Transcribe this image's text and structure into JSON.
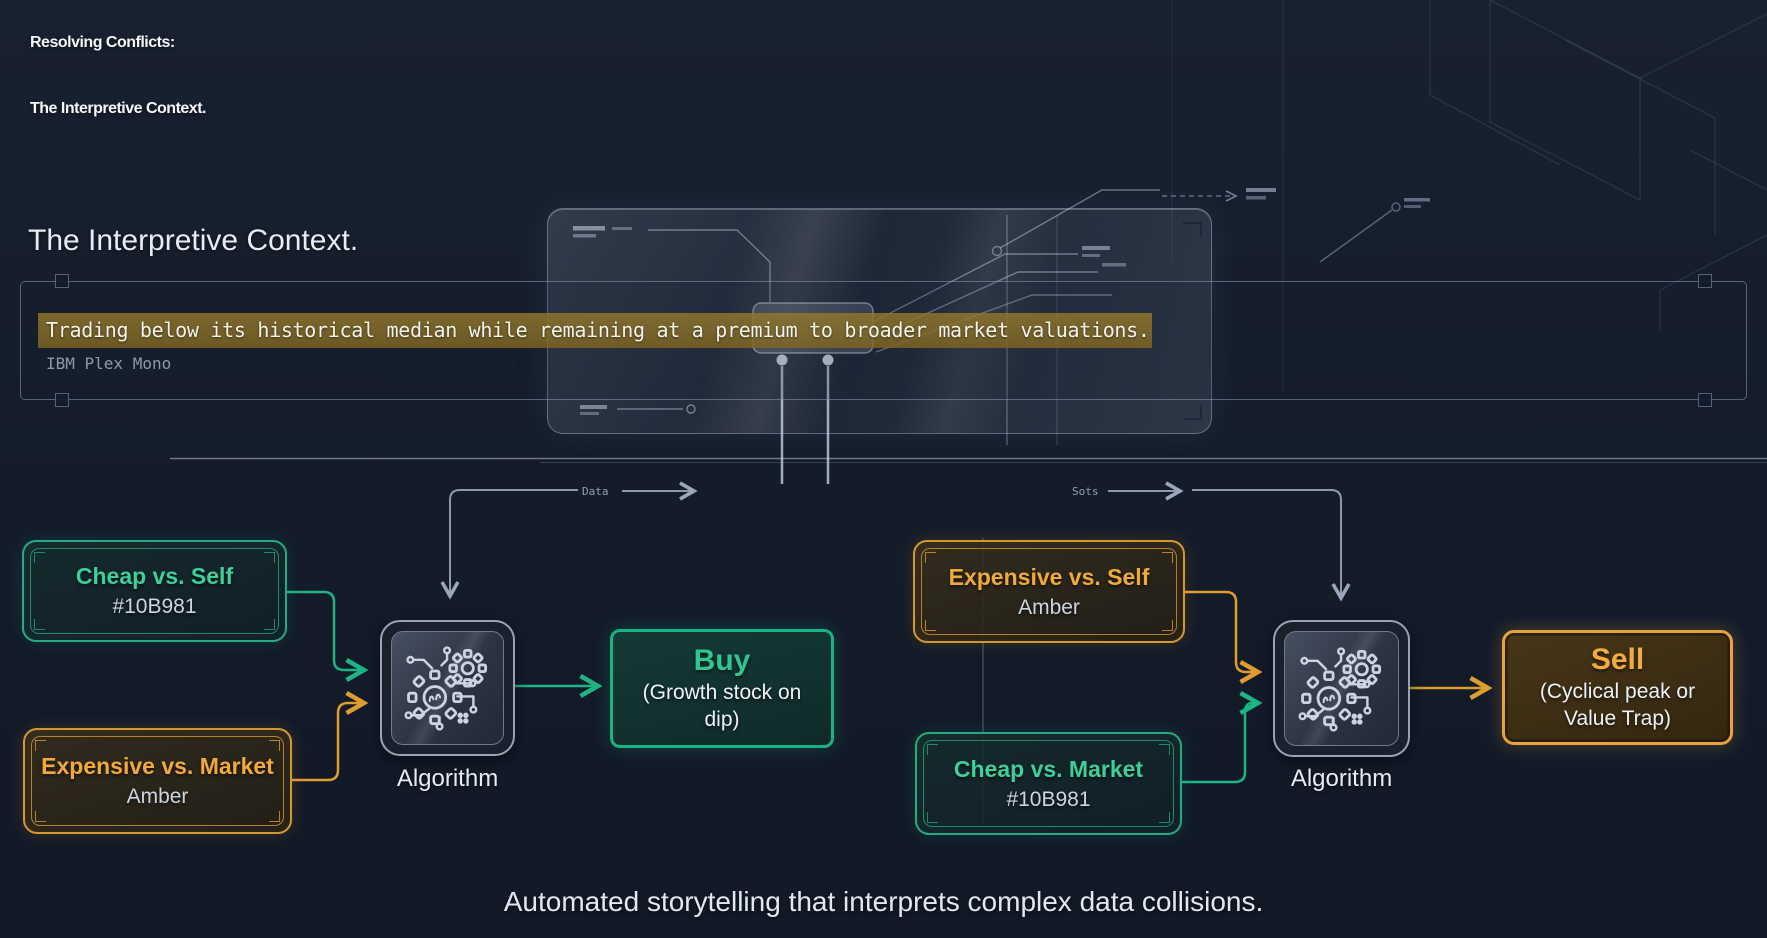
{
  "header": {
    "title_line1": "Resolving Conflicts:",
    "title_line2": "The Interpretive Context."
  },
  "context": {
    "section_label": "The Interpretive Context.",
    "highlight_text": "Trading below its historical median while remaining at a premium to broader market valuations.",
    "font_label": "IBM Plex Mono"
  },
  "flow": {
    "left": {
      "stream_label": "Data",
      "inputs": [
        {
          "title": "Cheap vs. Self",
          "value": "#10B981"
        },
        {
          "title": "Expensive vs. Market",
          "value": "Amber"
        }
      ],
      "processor": "Algorithm",
      "decision": {
        "action": "Buy",
        "detail": "(Growth stock on dip)"
      }
    },
    "right": {
      "stream_label": "Sots",
      "inputs": [
        {
          "title": "Expensive vs. Self",
          "value": "Amber"
        },
        {
          "title": "Cheap vs. Market",
          "value": "#10B981"
        }
      ],
      "processor": "Algorithm",
      "decision": {
        "action": "Sell",
        "detail": "(Cyclical peak or Value Trap)"
      }
    }
  },
  "footer": {
    "caption": "Automated storytelling that interprets complex data collisions."
  },
  "colors": {
    "green": "#10B981",
    "amber": "#F59E0B",
    "background": "#141c2a",
    "highlight_olive": "#8a6f2a"
  }
}
